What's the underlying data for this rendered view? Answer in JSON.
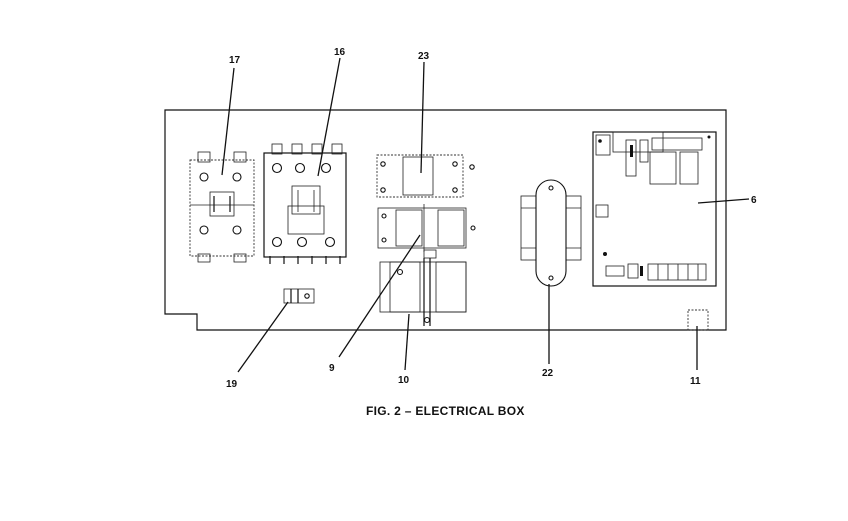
{
  "figure": {
    "caption": "FIG. 2 – ELECTRICAL BOX"
  },
  "callouts": {
    "c17": "17",
    "c16": "16",
    "c23": "23",
    "c6": "6",
    "c19": "19",
    "c9": "9",
    "c10": "10",
    "c22": "22",
    "c11": "11"
  }
}
